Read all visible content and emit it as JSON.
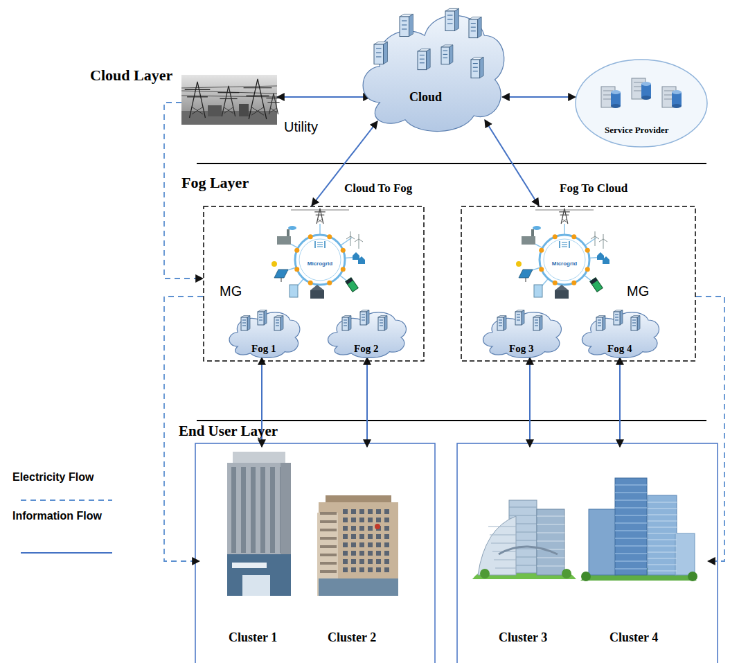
{
  "diagram": {
    "nodes": [
      {
        "text": [
          "Utility"
        ]
      },
      {
        "text": [
          "Cloud"
        ]
      },
      {
        "text": [
          "Service Provider"
        ]
      },
      {
        "text": [
          "MG"
        ]
      },
      {
        "text": [
          "Fog 1"
        ],
        "in": 3
      },
      {
        "text": [
          "Fog 2"
        ],
        "in": 3
      },
      {
        "text": [
          "MG"
        ]
      },
      {
        "text": [
          "Fog 3"
        ],
        "in": 6
      },
      {
        "text": [
          "Fog 4"
        ],
        "in": 6
      },
      {
        "text": [
          "Cluster 1"
        ]
      },
      {
        "text": [
          "Cluster 2"
        ]
      },
      {
        "text": [
          "Cluster 3"
        ]
      },
      {
        "text": [
          "Cluster 4"
        ]
      }
    ],
    "edges": [
      {
        "from": 0,
        "to": 1,
        "arrow": "both"
      },
      {
        "from": 1,
        "to": 2,
        "arrow": "both"
      },
      {
        "from": 1,
        "to": 3,
        "label": "Cloud To Fog",
        "arrow": "both"
      },
      {
        "from": 1,
        "to": 6,
        "label": "Fog To Cloud",
        "arrow": "both"
      },
      {
        "from": 4,
        "to": 9,
        "arrow": "both"
      },
      {
        "from": 5,
        "to": 10,
        "arrow": "both"
      },
      {
        "from": 7,
        "to": 11,
        "arrow": "both"
      },
      {
        "from": 8,
        "to": 12,
        "arrow": "both"
      },
      {
        "from": 0,
        "to": 3,
        "arrow": "to"
      },
      {
        "from": 3,
        "to": 9,
        "arrow": "to"
      },
      {
        "from": 6,
        "to": 12,
        "arrow": "to"
      }
    ],
    "labels": [
      "Cloud Layer",
      "Fog Layer",
      "End User Layer",
      "Microgrid",
      "Microgrid"
    ],
    "legend": [
      {
        "text": "Electricity Flow"
      },
      {
        "text": "Information Flow"
      }
    ]
  }
}
